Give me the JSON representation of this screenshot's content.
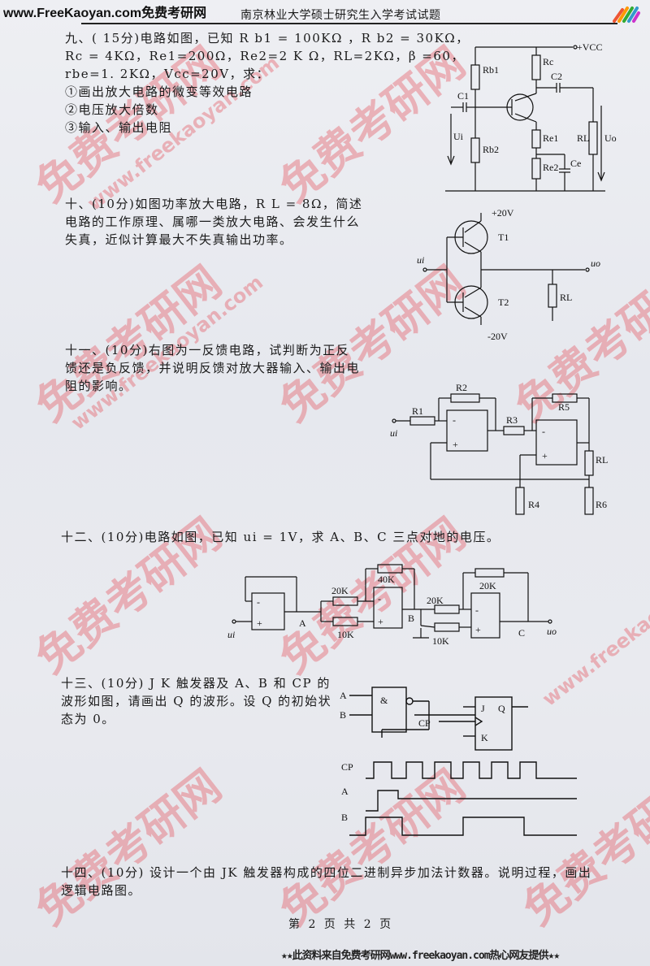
{
  "header": {
    "site": "www.FreeKaoyan.com免费考研网",
    "title": "南京林业大学硕士研究生入学考试试题"
  },
  "watermark": {
    "cn": "免费考研网",
    "en": "www.freekaoyan.com"
  },
  "q9": {
    "lines": [
      "九、( 15分)电路如图，已知 R b1 = 100KΩ ，R b2 = 30KΩ，",
      "Rc = 4KΩ，Re1=200Ω，Re2=2 K Ω，RL=2KΩ，β =60，",
      "rbe=1. 2KΩ，Vcc=20V，求：",
      "①画出放大电路的微变等效电路",
      "②电压放大倍数",
      "③输入、输出电阻"
    ],
    "circuit": {
      "vcc": "+VCC",
      "rb1": "Rb1",
      "rb2": "Rb2",
      "rc": "Rc",
      "c1": "C1",
      "c2": "C2",
      "re1": "Re1",
      "re2": "Re2",
      "ce": "Ce",
      "rl": "RL",
      "ui": "Ui",
      "uo": "Uo"
    }
  },
  "q10": {
    "lines": [
      "十、(10分)如图功率放大电路，R L = 8Ω，简述",
      "电路的工作原理、属哪一类放大电路、会发生什么",
      "失真，近似计算最大不失真输出功率。"
    ],
    "circuit": {
      "vpos": "+20V",
      "vneg": "-20V",
      "t1": "T1",
      "t2": "T2",
      "ui": "ui",
      "uo": "uo",
      "rl": "RL"
    }
  },
  "q11": {
    "lines": [
      "十一、(10分)右图为一反馈电路，试判断为正反",
      "馈还是负反馈，并说明反馈对放大器输入、输出电",
      "阻的影响。"
    ],
    "circuit": {
      "r1": "R1",
      "r2": "R2",
      "r3": "R3",
      "r4": "R4",
      "r5": "R5",
      "r6": "R6",
      "rl": "RL",
      "ui": "ui",
      "minus": "-",
      "plus": "+"
    }
  },
  "q12": {
    "line": "十二、(10分)电路如图，已知 ui = 1V，求 A、B、C 三点对地的电压。",
    "circuit": {
      "r20a": "20K",
      "r40": "40K",
      "r10a": "10K",
      "r20b": "20K",
      "r10b": "10K",
      "r20c": "20K",
      "a": "A",
      "b": "B",
      "c": "C",
      "ui": "ui",
      "uo": "uo",
      "minus": "-",
      "plus": "+"
    }
  },
  "q13": {
    "lines": [
      "十三、(10分) J K 触发器及 A、B 和 CP 的",
      "波形如图，请画出 Q 的波形。设 Q 的初始状",
      "态为 0。"
    ],
    "circuit": {
      "a": "A",
      "b": "B",
      "and": "&",
      "cp": "CP",
      "j": "J",
      "k": "K",
      "q": "Q",
      "wcp": "CP",
      "wa": "A",
      "wb": "B"
    }
  },
  "q14": {
    "lines": [
      "十四、(10分) 设计一个由 JK 触发器构成的四位二进制异步加法计数器。说明过程，画出",
      "逻辑电路图。"
    ]
  },
  "footer": {
    "page": "第 2 页 共 2 页",
    "banner": "★★此资料来自免费考研网www.freekaoyan.com热心网友提供★★"
  }
}
